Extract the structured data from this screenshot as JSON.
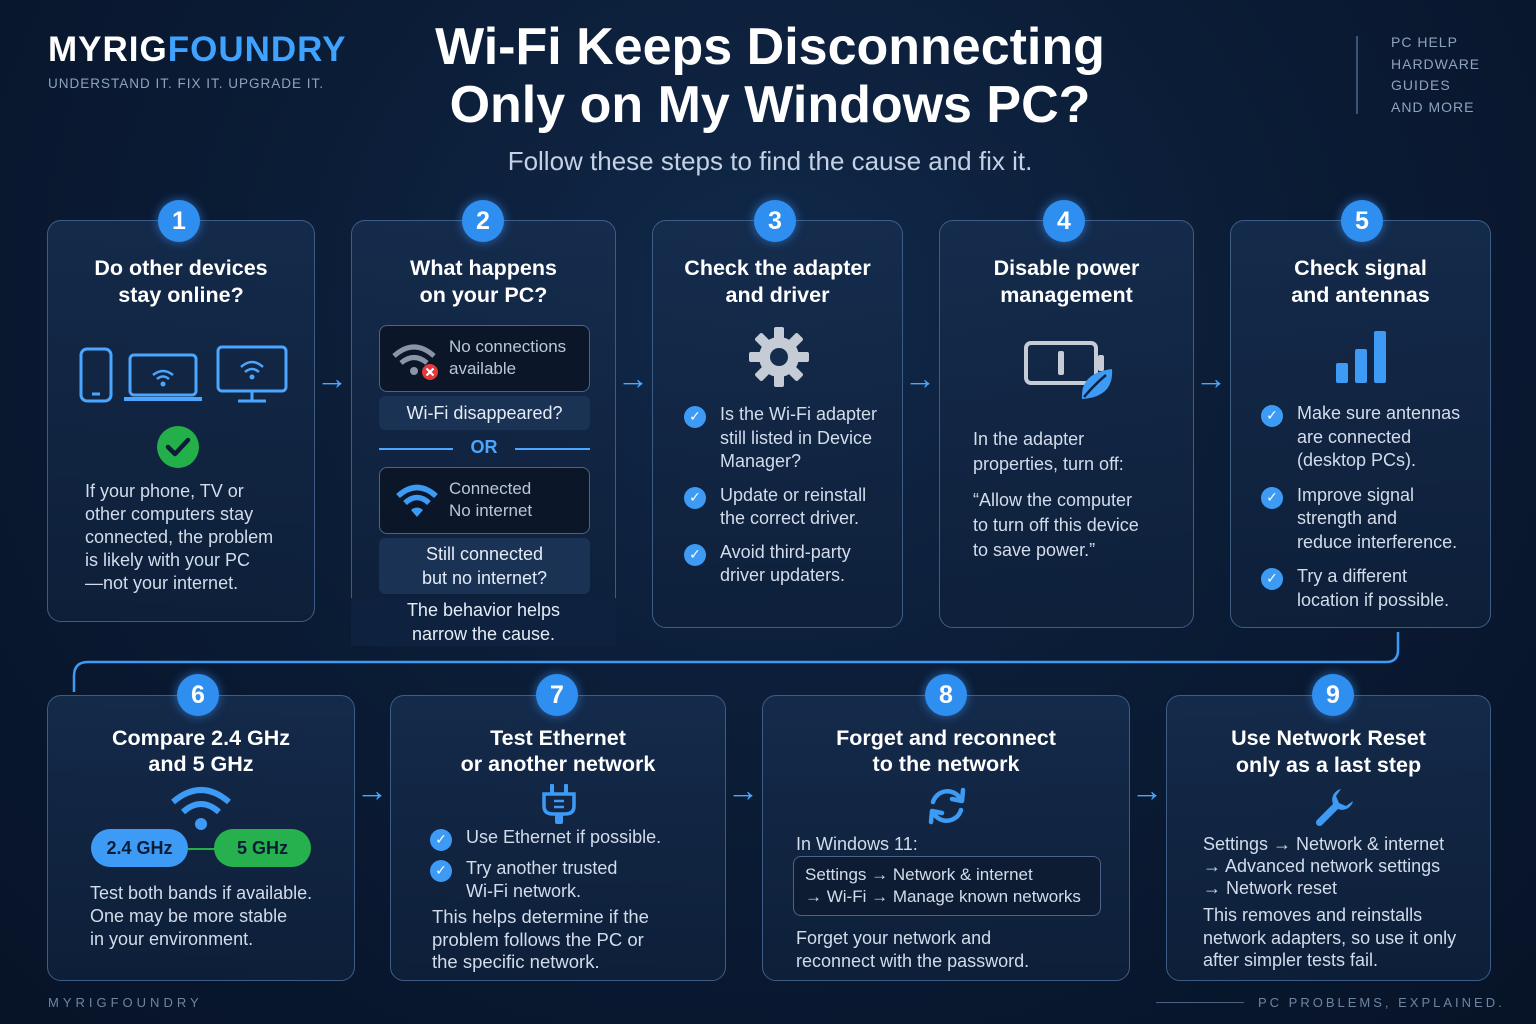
{
  "header": {
    "brand_part1": "MYRIG",
    "brand_part2": "FOUNDRY",
    "tagline": "UNDERSTAND IT. FIX IT. UPGRADE IT.",
    "title_line1": "Wi-Fi Keeps Disconnecting",
    "title_line2": "Only on My Windows PC?",
    "subtitle": "Follow these steps to find the cause and fix it.",
    "side_links": [
      "PC HELP",
      "HARDWARE",
      "GUIDES",
      "AND MORE"
    ]
  },
  "steps": [
    {
      "number": "1",
      "title_line1": "Do other devices",
      "title_line2": "stay online?",
      "body": [
        "If your phone, TV or",
        "other computers stay",
        "connected, the problem",
        "is likely with your PC",
        "—not your internet."
      ]
    },
    {
      "number": "2",
      "title_line1": "What happens",
      "title_line2": "on your PC?",
      "state1_line1": "No connections",
      "state1_line2": "available",
      "state1_caption": "Wi-Fi disappeared?",
      "or_label": "OR",
      "state2_line1": "Connected",
      "state2_line2": "No internet",
      "state2_caption_line1": "Still connected",
      "state2_caption_line2": "but no internet?",
      "footer_line1": "The behavior helps",
      "footer_line2": "narrow the cause."
    },
    {
      "number": "3",
      "title_line1": "Check the adapter",
      "title_line2": "and driver",
      "items": [
        [
          "Is the Wi-Fi adapter",
          "still listed in Device",
          "Manager?"
        ],
        [
          "Update or reinstall",
          "the correct driver."
        ],
        [
          "Avoid third-party",
          "driver updaters."
        ]
      ]
    },
    {
      "number": "4",
      "title_line1": "Disable power",
      "title_line2": "management",
      "body1": [
        "In the adapter",
        "properties, turn off:"
      ],
      "body2": [
        "“Allow the computer",
        "to turn off this device",
        "to save power.”"
      ]
    },
    {
      "number": "5",
      "title_line1": "Check signal",
      "title_line2": "and antennas",
      "items": [
        [
          "Make sure antennas",
          "are connected",
          "(desktop PCs)."
        ],
        [
          "Improve signal",
          "strength and",
          "reduce interference."
        ],
        [
          "Try a different",
          "location if possible."
        ]
      ]
    },
    {
      "number": "6",
      "title_line1": "Compare 2.4 GHz",
      "title_line2": "and 5 GHz",
      "band1": "2.4 GHz",
      "band2": "5 GHz",
      "body": [
        "Test both bands if available.",
        "One may be more stable",
        "in your environment."
      ]
    },
    {
      "number": "7",
      "title_line1": "Test Ethernet",
      "title_line2": "or another network",
      "items": [
        [
          "Use Ethernet if possible."
        ],
        [
          "Try another trusted",
          "Wi-Fi network."
        ]
      ],
      "body": [
        "This helps determine if the",
        "problem follows the PC or",
        "the specific network."
      ]
    },
    {
      "number": "8",
      "title_line1": "Forget and reconnect",
      "title_line2": "to the network",
      "intro": "In Windows 11:",
      "path_line1": "Settings → Network & internet",
      "path_line2": "→ Wi-Fi → Manage known networks",
      "body": [
        "Forget your network and",
        "reconnect with the password."
      ]
    },
    {
      "number": "9",
      "title_line1": "Use Network Reset",
      "title_line2": "only as a last step",
      "path": [
        "Settings → Network & internet",
        "→ Advanced network settings",
        "→ Network reset"
      ],
      "body": [
        "This removes and reinstalls",
        "network adapters, so use it only",
        "after simpler tests fail."
      ]
    }
  ],
  "footer": {
    "left": "MYRIGFOUNDRY",
    "right": "PC PROBLEMS, EXPLAINED."
  },
  "colors": {
    "accent": "#3fa2ff",
    "check_green": "#23b04a",
    "band_24": "#3d9bf5",
    "band_5": "#27b04e"
  }
}
